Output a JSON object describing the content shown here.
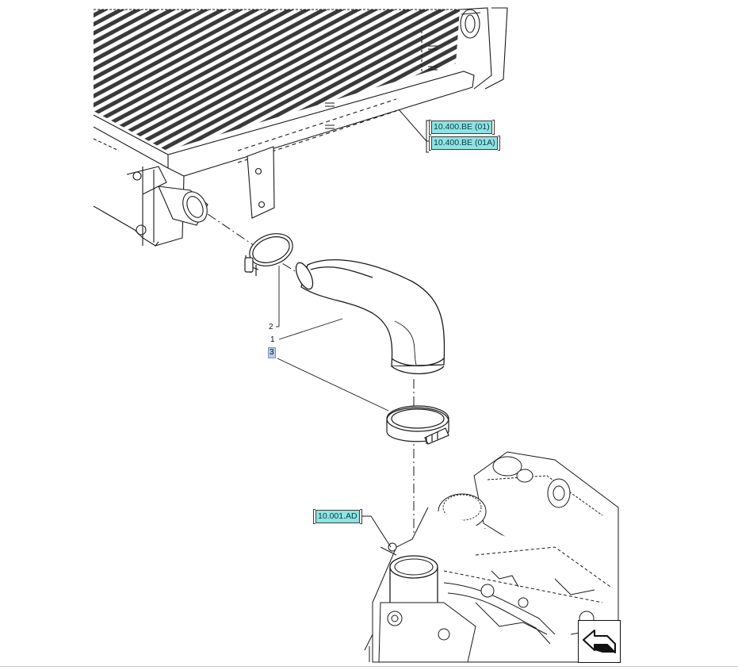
{
  "references": {
    "radiator_ref_1": "10.400.BE (01)",
    "radiator_ref_2": "10.400.BE (01A)",
    "engine_ref": "10.001.AD"
  },
  "callouts": {
    "item_2": "2",
    "item_1": "1",
    "item_3": "3"
  },
  "selected_callout": "3",
  "colors": {
    "ref_highlight": "#8fe3e0",
    "selection": "#b9c9ef",
    "line": "#1a1a1a"
  },
  "icons": {
    "back_button": "return-arrow-icon"
  }
}
